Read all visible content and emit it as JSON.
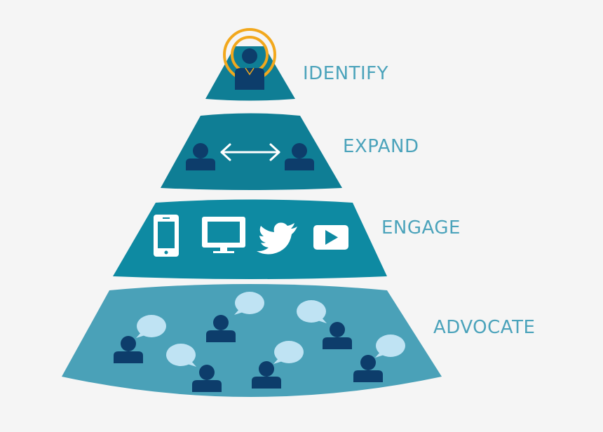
{
  "pyramid": {
    "colors": {
      "background": "#f5f5f5",
      "tier_dark": "#0f7e95",
      "tier_mid": "#0e8aa2",
      "tier_light": "#4aa1b8",
      "person": "#0d3d6b",
      "bubble": "#bfe3f3",
      "ring": "#f2a81d",
      "label": "#4ba3bb",
      "device": "#ffffff"
    },
    "tiers": [
      {
        "label": "IDENTIFY",
        "icons": [
          "target-ring-icon",
          "person-icon"
        ]
      },
      {
        "label": "EXPAND",
        "icons": [
          "person-icon",
          "double-arrow-icon",
          "person-icon"
        ]
      },
      {
        "label": "ENGAGE",
        "icons": [
          "smartphone-icon",
          "monitor-icon",
          "twitter-bird-icon",
          "video-play-icon"
        ]
      },
      {
        "label": "ADVOCATE",
        "icons": [
          "person-with-speech-bubble-icon"
        ]
      }
    ]
  }
}
